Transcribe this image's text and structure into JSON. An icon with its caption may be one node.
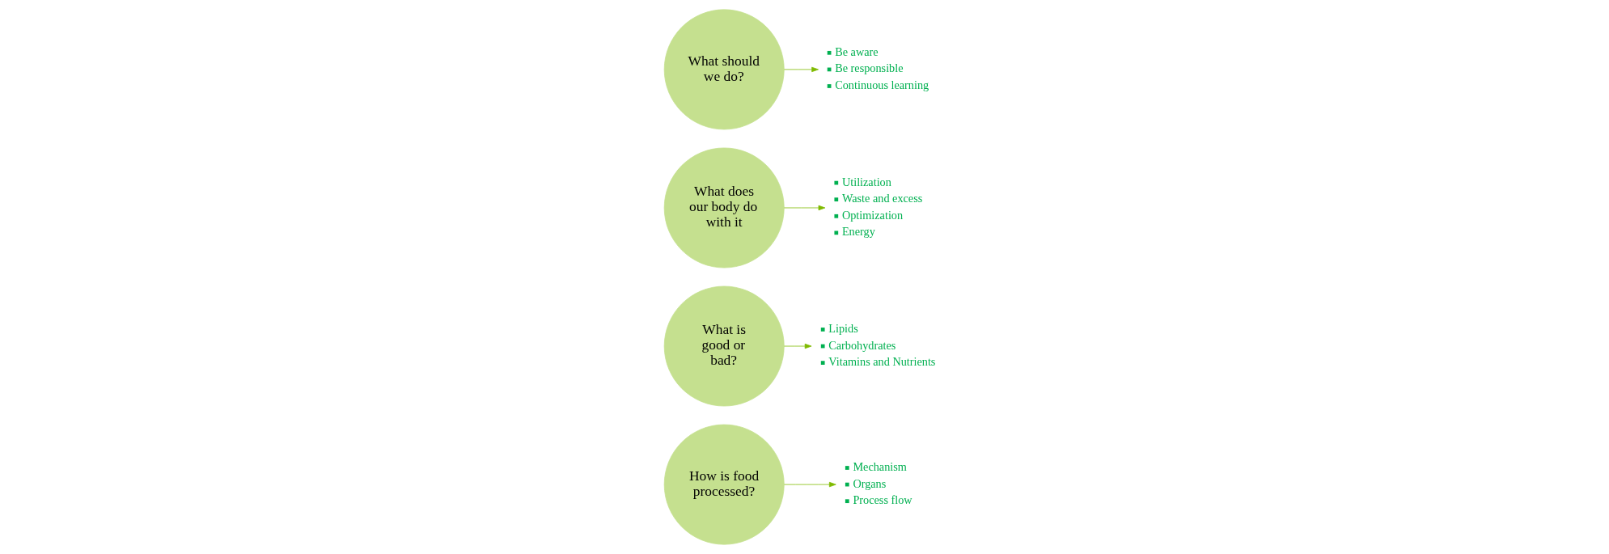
{
  "diagram": {
    "nodes": [
      {
        "text": [
          "How is food processed?"
        ]
      },
      {
        "text": [
          "What is good or bad?"
        ]
      },
      {
        "text": [
          "What does our body do with it"
        ]
      },
      {
        "text": [
          "What should we do?"
        ]
      },
      {
        "text": [
          "Mechanism",
          "Organs",
          "Process flow"
        ]
      },
      {
        "text": [
          "Lipids",
          "Carbohydrates",
          "Vitamins and Nutrients"
        ]
      },
      {
        "text": [
          "Utilization",
          "Waste and excess",
          "Optimization",
          "Energy"
        ]
      },
      {
        "text": [
          "Be aware",
          "Be responsible",
          "Continuous learning"
        ]
      }
    ],
    "edges": [
      {
        "from": 0,
        "to": 4,
        "arrow": "to"
      },
      {
        "from": 1,
        "to": 5,
        "arrow": "to"
      },
      {
        "from": 2,
        "to": 6,
        "arrow": "to"
      },
      {
        "from": 3,
        "to": 7,
        "arrow": "to"
      }
    ]
  }
}
